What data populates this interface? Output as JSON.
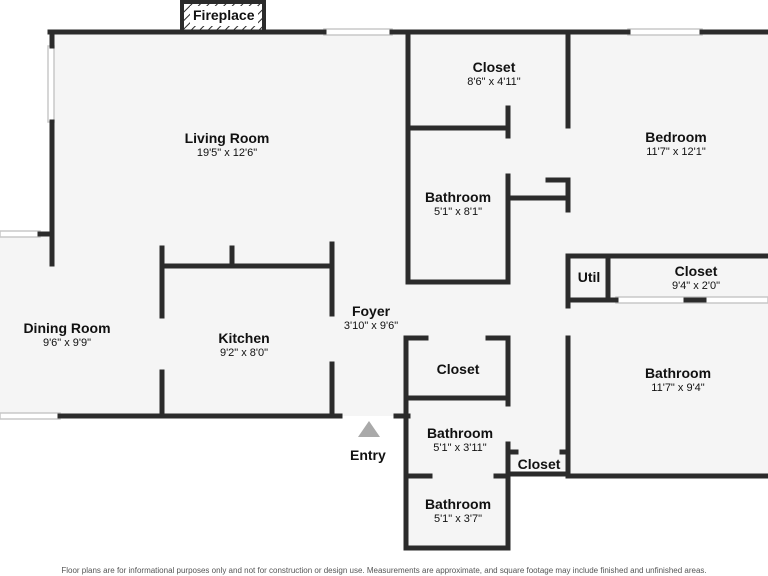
{
  "colors": {
    "wall": "#2b2b2b",
    "floor": "#f5f5f5",
    "window": "#c8c8c8",
    "entry_arrow": "#a9a9a9"
  },
  "fireplace": {
    "label": "Fireplace"
  },
  "entry": {
    "label": "Entry"
  },
  "rooms": {
    "living_room": {
      "name": "Living Room",
      "dims": "19'5\" x 12'6\""
    },
    "closet_top": {
      "name": "Closet",
      "dims": "8'6\" x 4'11\""
    },
    "bedroom": {
      "name": "Bedroom",
      "dims": "11'7\" x 12'1\""
    },
    "bathroom_mid": {
      "name": "Bathroom",
      "dims": "5'1\" x 8'1\""
    },
    "util": {
      "name": "Util"
    },
    "closet_right": {
      "name": "Closet",
      "dims": "9'4\" x 2'0\""
    },
    "dining_room": {
      "name": "Dining Room",
      "dims": "9'6\" x 9'9\""
    },
    "kitchen": {
      "name": "Kitchen",
      "dims": "9'2\" x 8'0\""
    },
    "foyer": {
      "name": "Foyer",
      "dims": "3'10\" x 9'6\""
    },
    "closet_small": {
      "name": "Closet"
    },
    "bathroom_big": {
      "name": "Bathroom",
      "dims": "11'7\" x 9'4\""
    },
    "bathroom_a": {
      "name": "Bathroom",
      "dims": "5'1\" x 3'11\""
    },
    "closet_tiny": {
      "name": "Closet"
    },
    "bathroom_b": {
      "name": "Bathroom",
      "dims": "5'1\" x 3'7\""
    }
  },
  "disclaimer": "Floor plans are for informational purposes only and not for construction or design use. Measurements are approximate, and square footage may include finished and unfinished areas."
}
